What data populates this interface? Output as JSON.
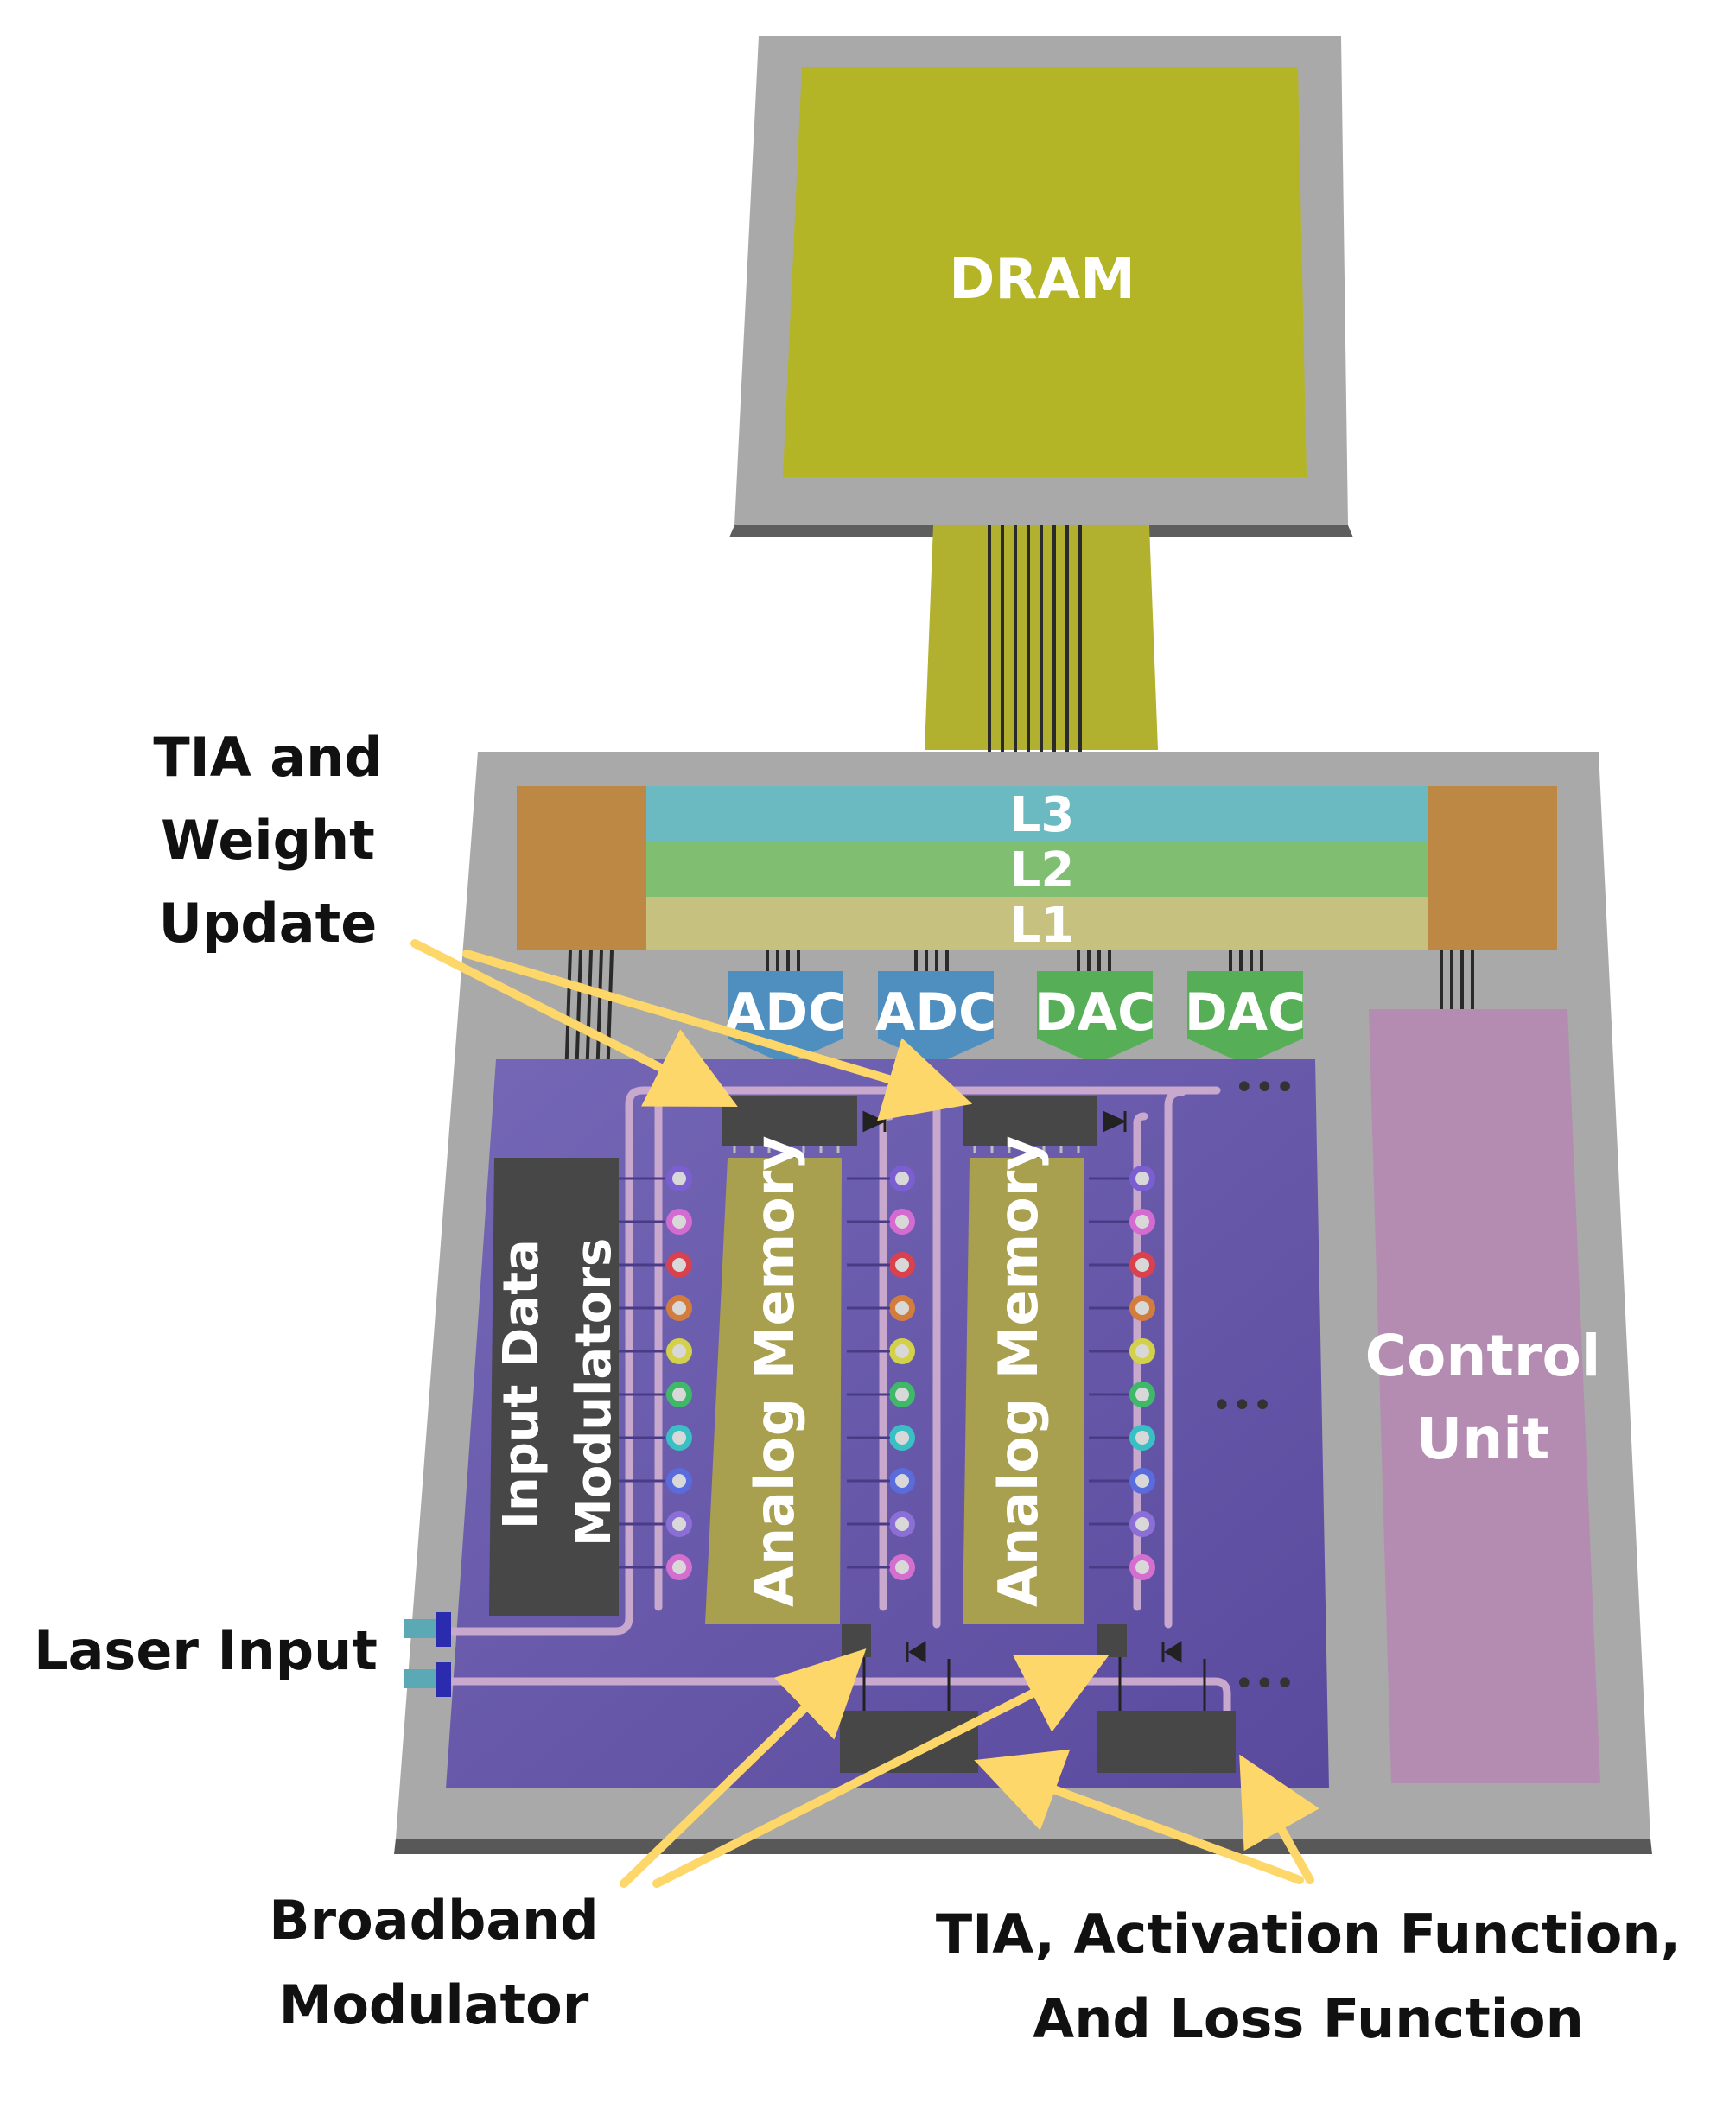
{
  "labels": {
    "dram": "DRAM",
    "l3": "L3",
    "l2": "L2",
    "l1": "L1",
    "adc1": "ADC",
    "adc2": "ADC",
    "dac1": "DAC",
    "dac2": "DAC",
    "input_modulators_line1": "Input Data",
    "input_modulators_line2": "Modulators",
    "analog_memory_1": "Analog Memory",
    "analog_memory_2": "Analog Memory",
    "control_unit_line1": "Control",
    "control_unit_line2": "Unit"
  },
  "annotations": {
    "tia_weight_line1": "TIA and",
    "tia_weight_line2": "Weight",
    "tia_weight_line3": "Update",
    "laser_input": "Laser Input",
    "broadband_line1": "Broadband",
    "broadband_line2": "Modulator",
    "tia_act_line1": "TIA, Activation Function,",
    "tia_act_line2": "And Loss Function"
  },
  "ellipsis": "•••",
  "colors": {
    "dram": "#b3b527",
    "chip": "#a9a9a9",
    "photonic_die": "#6e5fae",
    "l3": "#6bbac2",
    "l2": "#7fbd70",
    "l1": "#c5c07c",
    "io_block": "#bd8744",
    "adc": "#4f8fc0",
    "dac": "#56ae56",
    "analog_memory": "#a8a04f",
    "control_unit": "#b48cb1",
    "arrow": "#fdd76a"
  },
  "ring_colors": [
    "#7b5fd0",
    "#d36bd0",
    "#d9414e",
    "#d27d3e",
    "#d3d04a",
    "#3fb86a",
    "#3ac0c4",
    "#5a6bdd",
    "#8b6fd6",
    "#d46fcf"
  ]
}
